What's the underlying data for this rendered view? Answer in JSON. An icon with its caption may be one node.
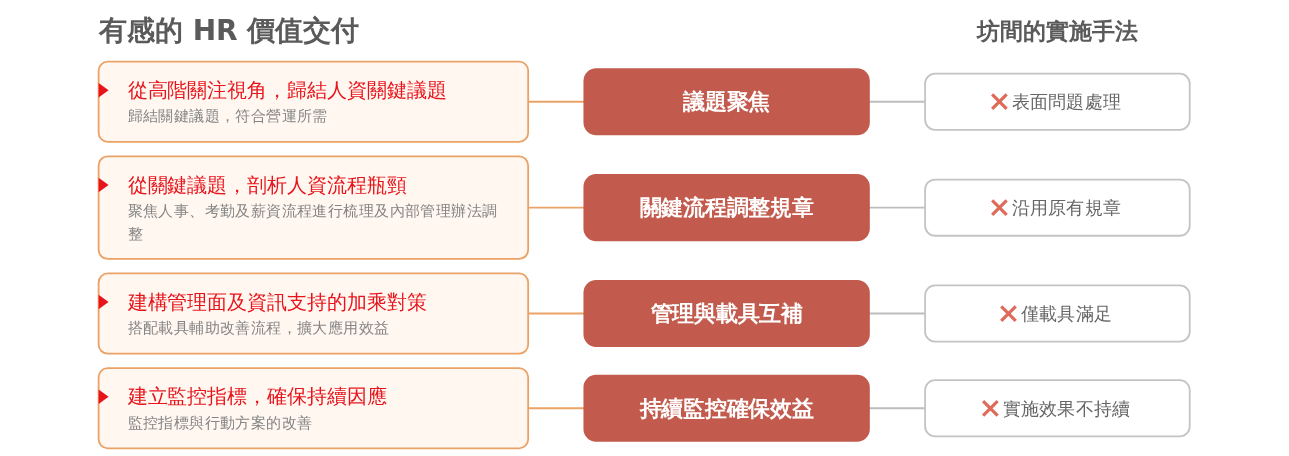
{
  "diagram": {
    "title": "有感的 HR 價值交付",
    "nodes": [
      {
        "text": [
          "從高階關注視角，歸結人資關鍵議題",
          "歸結關鍵議題，符合營運所需"
        ]
      },
      {
        "text": [
          "議題聚焦"
        ]
      },
      {
        "text": [
          "表面問題處理"
        ]
      },
      {
        "text": [
          "從關鍵議題，剖析人資流程瓶頸",
          "聚焦人事、考勤及薪資流程進行梳理及內部管理辦法調整"
        ]
      },
      {
        "text": [
          "關鍵流程調整規章"
        ]
      },
      {
        "text": [
          "沿用原有規章"
        ]
      },
      {
        "text": [
          "建構管理面及資訊支持的加乘對策",
          "搭配載具輔助改善流程，擴大應用效益"
        ]
      },
      {
        "text": [
          "管理與載具互補"
        ]
      },
      {
        "text": [
          "僅載具滿足"
        ]
      },
      {
        "text": [
          "建立監控指標，確保持續因應",
          "監控指標與行動方案的改善"
        ]
      },
      {
        "text": [
          "持續監控確保效益"
        ]
      },
      {
        "text": [
          "實施效果不持續"
        ]
      }
    ],
    "edges": [
      {
        "from": 0,
        "to": 1,
        "arrow": "none",
        "color": "#eba266"
      },
      {
        "from": 1,
        "to": 2,
        "arrow": "none"
      },
      {
        "from": 3,
        "to": 4,
        "arrow": "none",
        "color": "#eba266"
      },
      {
        "from": 4,
        "to": 5,
        "arrow": "none"
      },
      {
        "from": 6,
        "to": 7,
        "arrow": "none",
        "color": "#eba266"
      },
      {
        "from": 7,
        "to": 8,
        "arrow": "none"
      },
      {
        "from": 9,
        "to": 10,
        "arrow": "none",
        "color": "#eba266"
      },
      {
        "from": 10,
        "to": 11,
        "arrow": "none"
      }
    ],
    "labels": [
      "坊間的實施手法"
    ]
  }
}
